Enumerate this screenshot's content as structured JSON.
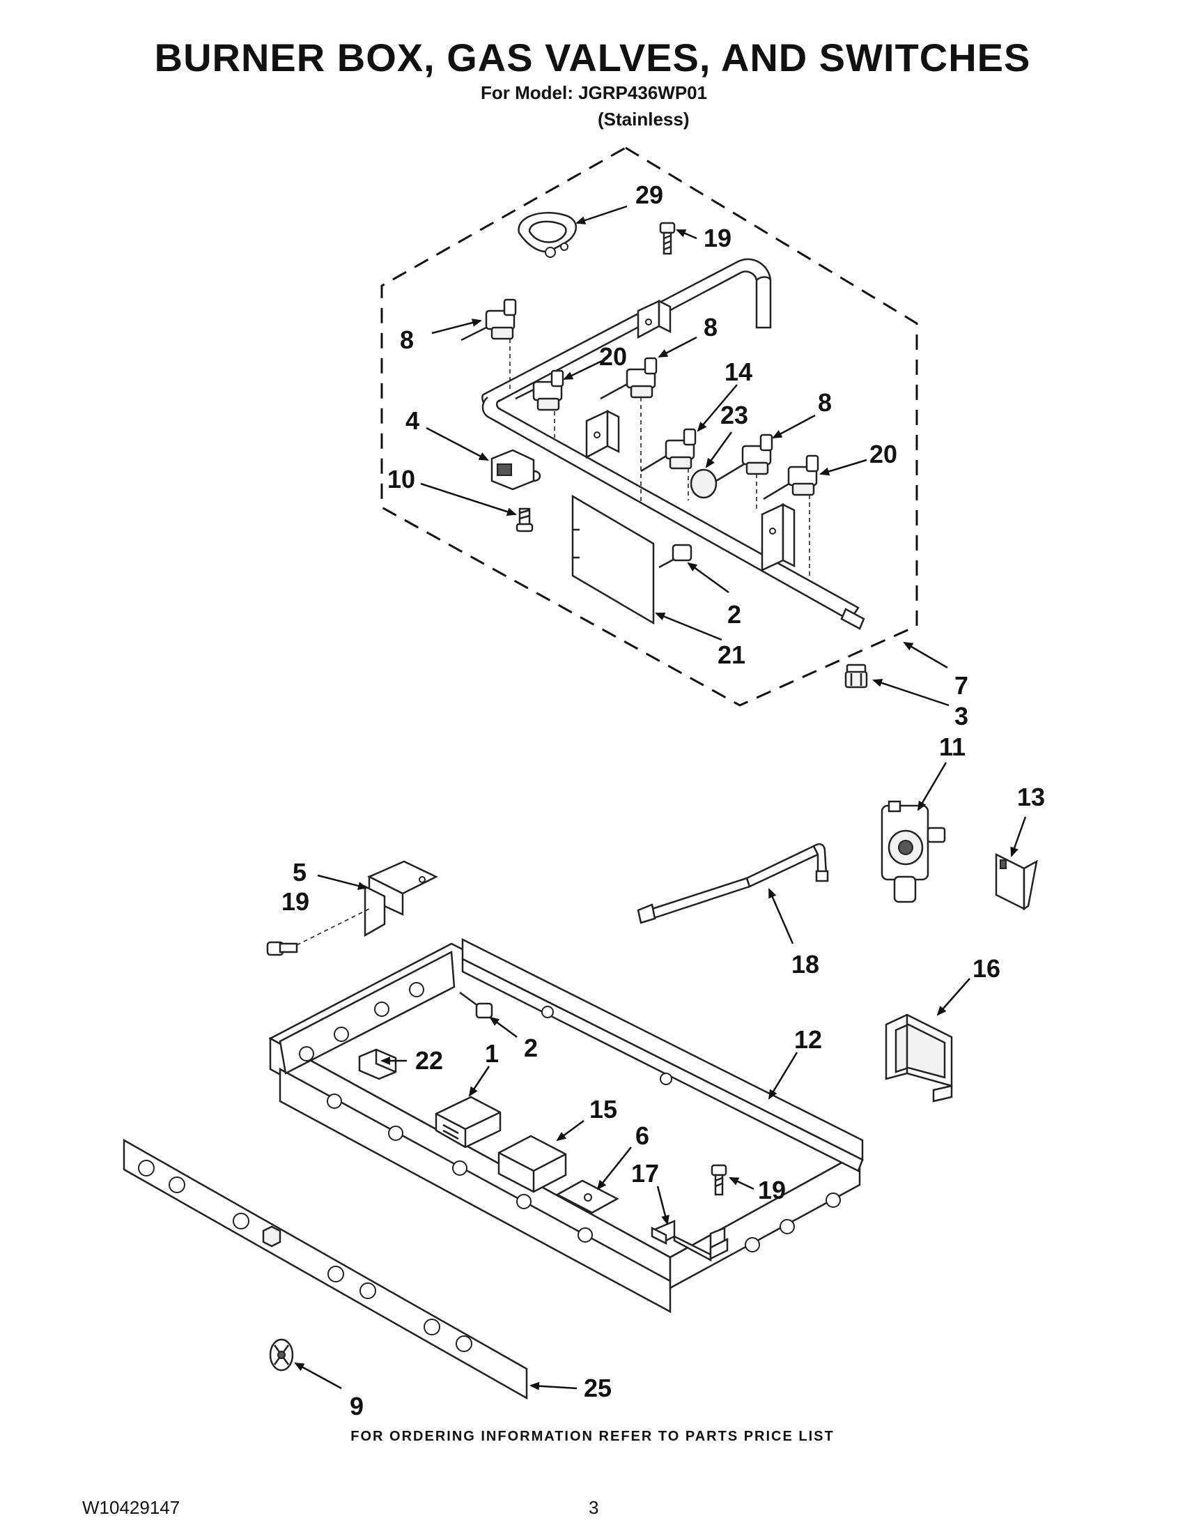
{
  "header": {
    "title": "BURNER BOX, GAS VALVES, AND SWITCHES",
    "model_line": "For Model: JGRP436WP01",
    "variant": "(Stainless)"
  },
  "callouts": [
    {
      "id": "c29",
      "label": "29"
    },
    {
      "id": "c19a",
      "label": "19"
    },
    {
      "id": "c8a",
      "label": "8"
    },
    {
      "id": "c8b",
      "label": "8"
    },
    {
      "id": "c20a",
      "label": "20"
    },
    {
      "id": "c14",
      "label": "14"
    },
    {
      "id": "c23",
      "label": "23"
    },
    {
      "id": "c8c",
      "label": "8"
    },
    {
      "id": "c4",
      "label": "4"
    },
    {
      "id": "c10",
      "label": "10"
    },
    {
      "id": "c20b",
      "label": "20"
    },
    {
      "id": "c2a",
      "label": "2"
    },
    {
      "id": "c21",
      "label": "21"
    },
    {
      "id": "c7",
      "label": "7"
    },
    {
      "id": "c3",
      "label": "3"
    },
    {
      "id": "c11",
      "label": "11"
    },
    {
      "id": "c13",
      "label": "13"
    },
    {
      "id": "c5",
      "label": "5"
    },
    {
      "id": "c19b",
      "label": "19"
    },
    {
      "id": "c18",
      "label": "18"
    },
    {
      "id": "c16",
      "label": "16"
    },
    {
      "id": "c2b",
      "label": "2"
    },
    {
      "id": "c22",
      "label": "22"
    },
    {
      "id": "c1",
      "label": "1"
    },
    {
      "id": "c12",
      "label": "12"
    },
    {
      "id": "c15",
      "label": "15"
    },
    {
      "id": "c6",
      "label": "6"
    },
    {
      "id": "c17",
      "label": "17"
    },
    {
      "id": "c19c",
      "label": "19"
    },
    {
      "id": "c25",
      "label": "25"
    },
    {
      "id": "c9",
      "label": "9"
    }
  ],
  "footer": {
    "note": "FOR ORDERING INFORMATION REFER TO PARTS PRICE LIST",
    "doc_number": "W10429147",
    "page_number": "3"
  }
}
